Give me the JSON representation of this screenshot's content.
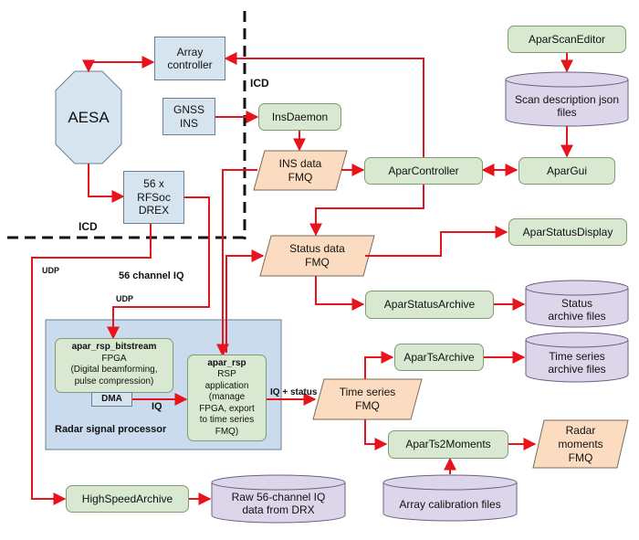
{
  "icd_top": "ICD",
  "icd_left": "ICD",
  "aesa": "AESA",
  "array_controller": "Array\ncontroller",
  "gnss_ins": "GNSS\nINS",
  "drex": "56 x\nRFSoc\nDREX",
  "ins_daemon": "InsDaemon",
  "ins_fmq": "INS data\nFMQ",
  "apar_controller": "AparController",
  "apar_gui": "AparGui",
  "apar_scan_editor": "AparScanEditor",
  "scan_files": "Scan description json\nfiles",
  "status_fmq": "Status data\nFMQ",
  "apar_status_display": "AparStatusDisplay",
  "apar_status_archive": "AparStatusArchive",
  "status_files": "Status\narchive files",
  "udp_left": "UDP",
  "udp_2": "UDP",
  "channel_iq": "56 channel IQ",
  "rsp": {
    "bitstream_title": "apar_rsp_bitstream",
    "bitstream_body": "FPGA\n(Digital beamforming,\npulse compression)",
    "dma": "DMA",
    "iq": "IQ",
    "app_title": "apar_rsp",
    "app_body": "RSP\napplication\n(manage\nFPGA, export\nto time series\nFMQ)",
    "label": "Radar signal processor"
  },
  "iq_status": "IQ + status",
  "ts_fmq": "Time series\nFMQ",
  "apar_ts_archive": "AparTsArchive",
  "ts_files": "Time series\narchive files",
  "apar_ts2moments": "AparTs2Moments",
  "moments_fmq": "Radar\nmoments\nFMQ",
  "calib_files": "Array calibration files",
  "high_speed_archive": "HighSpeedArchive",
  "raw_files": "Raw 56-channel IQ\ndata from DRX"
}
